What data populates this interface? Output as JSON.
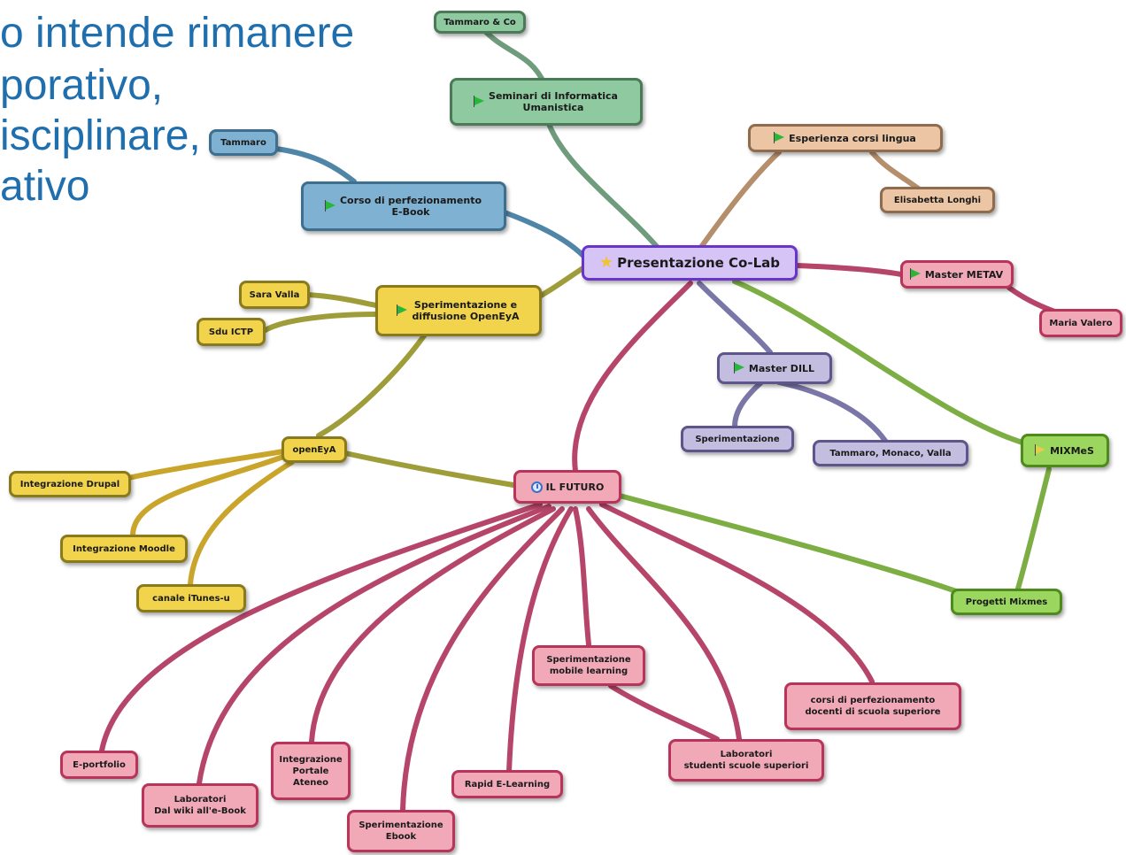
{
  "background_text": {
    "lines": [
      "o intende rimanere",
      "porativo,",
      "isciplinare,",
      "ativo"
    ],
    "color": "#1f6fae"
  },
  "nodes": {
    "tammaro_co": "Tammaro & Co",
    "seminari": "Seminari di Informatica\nUmanistica",
    "tammaro": "Tammaro",
    "corso_perf": "Corso di perfezionamento\nE-Book",
    "esperienza": "Esperienza corsi lingua",
    "elisabetta": "Elisabetta Longhi",
    "presentazione": "Presentazione Co-Lab",
    "master_metav": "Master METAV",
    "maria_valero": "Maria Valero",
    "sara_valla": "Sara Valla",
    "sdu_ictp": "Sdu ICTP",
    "sperimentazione_openeya": "Sperimentazione e\ndiffusione OpenEyA",
    "master_dill": "Master DILL",
    "sperimentazione": "Sperimentazione",
    "tammaro_monaco": "Tammaro, Monaco, Valla",
    "mixmes": "MIXMeS",
    "openeya": "openEyA",
    "integrazione_drupal": "Integrazione Drupal",
    "il_futuro": "IL FUTURO",
    "integrazione_moodle": "Integrazione Moodle",
    "canale_itunes": "canale iTunes-u",
    "progetti_mixmes": "Progetti Mixmes",
    "sper_mobile": "Sperimentazione\nmobile learning",
    "corsi_perf_docenti": "corsi di perfezionamento\ndocenti di scuola superiore",
    "eportfolio": "E-portfolio",
    "integrazione_portale": "Integrazione\nPortale\nAteneo",
    "laboratori_studenti": "Laboratori\nstudenti scuole superiori",
    "rapid_elearning": "Rapid E-Learning",
    "laboratori_wiki": "Laboratori\nDal wiki all'e-Book",
    "sper_ebook": "Sperimentazione\nEbook"
  },
  "icons": {
    "flag": "flag-icon",
    "star": "star-icon",
    "clock": "clock-icon"
  },
  "colors": {
    "edge_green": "#6f9c7c",
    "edge_blue": "#4f86a8",
    "edge_beige": "#b58e6c",
    "edge_pink": "#b6456a",
    "edge_olive": "#9e9d3a",
    "edge_lavender": "#7b76a8",
    "edge_lime": "#7dae43"
  }
}
